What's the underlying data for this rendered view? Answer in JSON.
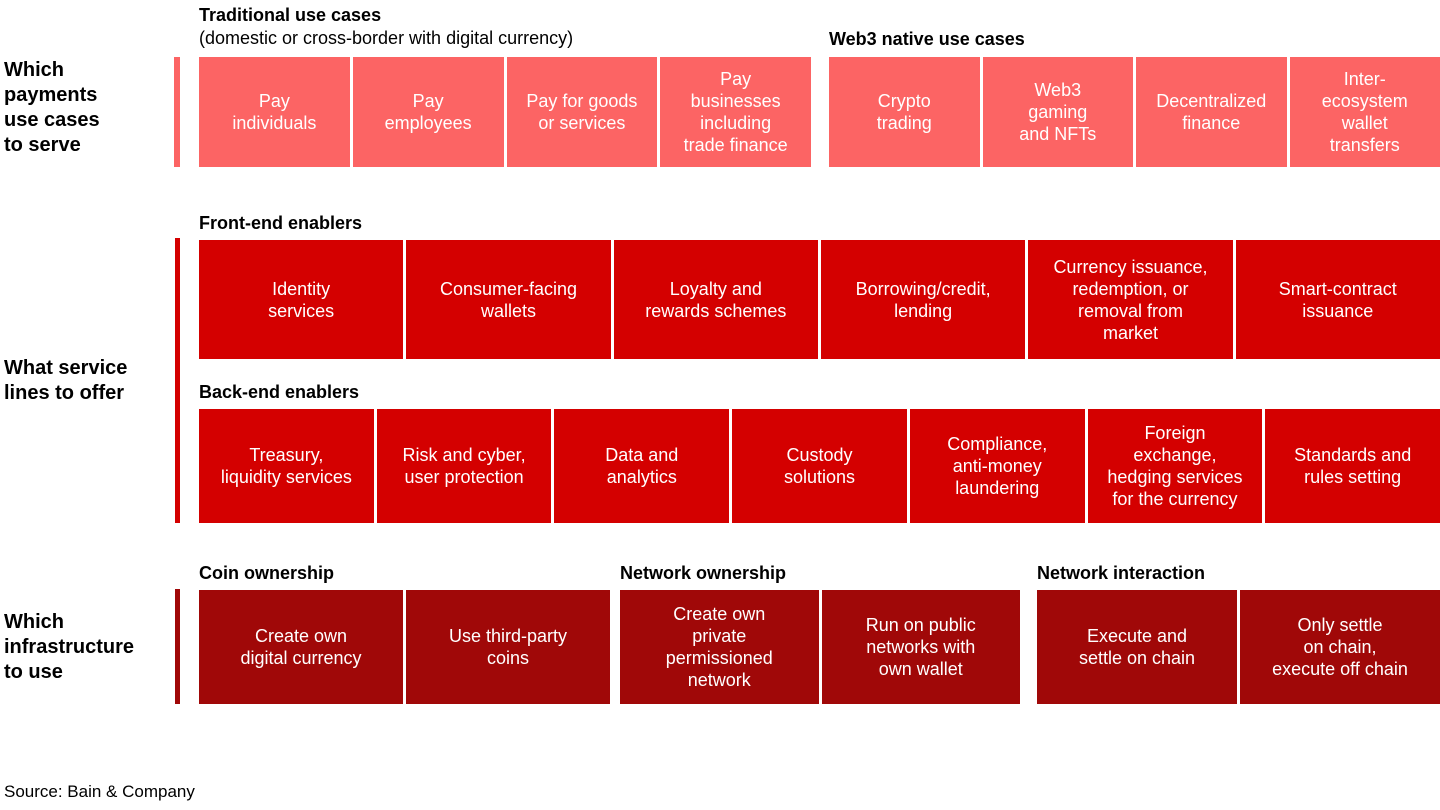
{
  "source": "Source: Bain & Company",
  "colors": {
    "tone_light": "#fc6464",
    "tone_mid": "#d40000",
    "tone_dark": "#a00808",
    "text_on_fill": "#ffffff",
    "text": "#000000"
  },
  "rows": [
    {
      "label": "Which\npayments\nuse cases\nto serve",
      "tone": "light",
      "groups": [
        {
          "title": "Traditional use cases",
          "subtitle": "(domestic or cross-border with digital currency)",
          "cells": [
            "Pay\nindividuals",
            "Pay\nemployees",
            "Pay for goods\nor services",
            "Pay\nbusinesses\nincluding\ntrade finance"
          ]
        },
        {
          "title": "Web3 native use cases",
          "subtitle": "",
          "cells": [
            "Crypto\ntrading",
            "Web3\ngaming\nand NFTs",
            "Decentralized\nfinance",
            "Inter-\necosystem\nwallet\ntransfers"
          ]
        }
      ]
    },
    {
      "label": "What service\nlines to offer",
      "tone": "mid",
      "groups": [
        {
          "title": "Front-end enablers",
          "subtitle": "",
          "cells": [
            "Identity\nservices",
            "Consumer-facing\nwallets",
            "Loyalty and\nrewards schemes",
            "Borrowing/credit,\nlending",
            "Currency issuance,\nredemption, or\nremoval from\nmarket",
            "Smart-contract\nissuance"
          ]
        },
        {
          "title": "Back-end enablers",
          "subtitle": "",
          "cells": [
            "Treasury,\nliquidity services",
            "Risk and cyber,\nuser protection",
            "Data and\nanalytics",
            "Custody\nsolutions",
            "Compliance,\nanti-money\nlaundering",
            "Foreign\nexchange,\nhedging services\nfor the currency",
            "Standards and\nrules setting"
          ]
        }
      ]
    },
    {
      "label": "Which\ninfrastructure\nto use",
      "tone": "dark",
      "groups": [
        {
          "title": "Coin ownership",
          "subtitle": "",
          "cells": [
            "Create own\ndigital currency",
            "Use third-party\ncoins"
          ]
        },
        {
          "title": "Network ownership",
          "subtitle": "",
          "cells": [
            "Create own\nprivate\npermissioned\nnetwork",
            "Run on public\nnetworks with\nown wallet"
          ]
        },
        {
          "title": "Network interaction",
          "subtitle": "",
          "cells": [
            "Execute and\nsettle on chain",
            "Only settle\non chain,\nexecute off chain"
          ]
        }
      ]
    }
  ]
}
